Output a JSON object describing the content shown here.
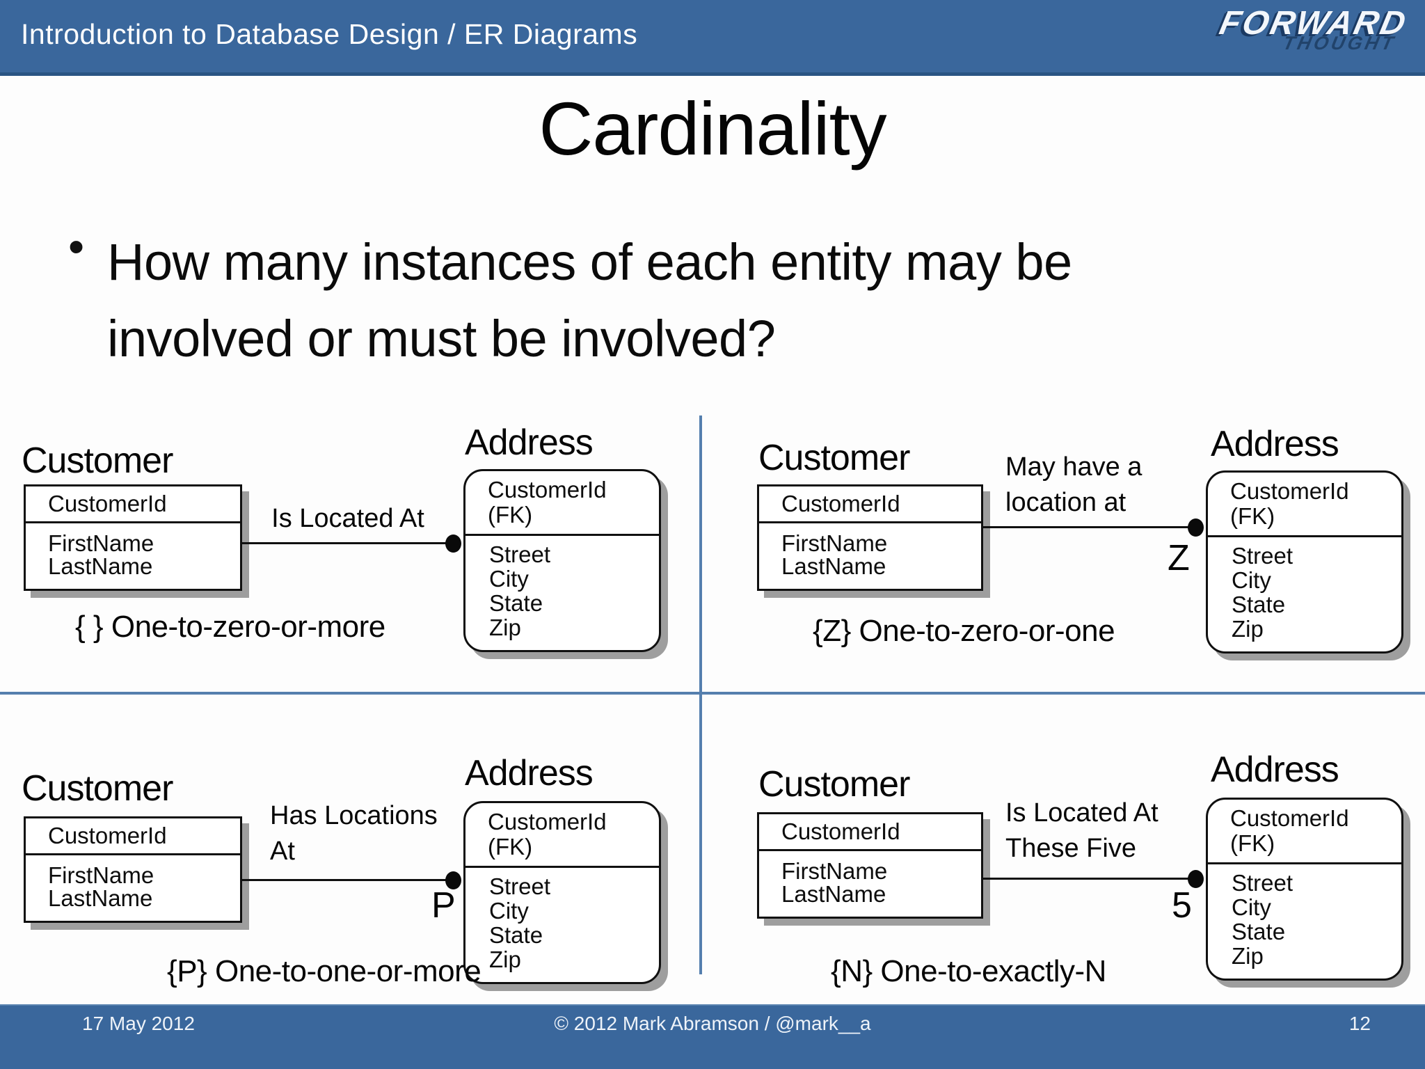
{
  "header": {
    "title": "Introduction to Database Design / ER Diagrams",
    "logo_line1": "FORWARD",
    "logo_line2": "THOUGHT"
  },
  "slide": {
    "title": "Cardinality",
    "bullet_marker": "•",
    "bullet": "How many instances of each entity may be\ninvolved or must be involved?"
  },
  "colors": {
    "band_blue": "#3a679c",
    "band_border": "#2a5583",
    "divider_blue": "#557fae",
    "diagram_ink": "#101010",
    "shadow_gray": "#9e9e9e"
  },
  "diagram": {
    "quadrants": [
      {
        "left_entity": {
          "title": "Customer",
          "key": "CustomerId",
          "attributes": [
            "FirstName",
            "LastName"
          ]
        },
        "right_entity": {
          "title": "Address",
          "key": "CustomerId (FK)",
          "attributes": [
            "Street",
            "City",
            "State",
            "Zip"
          ]
        },
        "relationship": {
          "label": "Is Located At",
          "cardinality_letter": ""
        },
        "caption": "{ } One-to-zero-or-more"
      },
      {
        "left_entity": {
          "title": "Customer",
          "key": "CustomerId",
          "attributes": [
            "FirstName",
            "LastName"
          ]
        },
        "right_entity": {
          "title": "Address",
          "key": "CustomerId (FK)",
          "attributes": [
            "Street",
            "City",
            "State",
            "Zip"
          ]
        },
        "relationship": {
          "label": "May have a\nlocation at",
          "cardinality_letter": "Z"
        },
        "caption": "{Z} One-to-zero-or-one"
      },
      {
        "left_entity": {
          "title": "Customer",
          "key": "CustomerId",
          "attributes": [
            "FirstName",
            "LastName"
          ]
        },
        "right_entity": {
          "title": "Address",
          "key": "CustomerId (FK)",
          "attributes": [
            "Street",
            "City",
            "State",
            "Zip"
          ]
        },
        "relationship": {
          "label": "Has Locations\nAt",
          "cardinality_letter": "P"
        },
        "caption": "{P} One-to-one-or-more"
      },
      {
        "left_entity": {
          "title": "Customer",
          "key": "CustomerId",
          "attributes": [
            "FirstName",
            "LastName"
          ]
        },
        "right_entity": {
          "title": "Address",
          "key": "CustomerId (FK)",
          "attributes": [
            "Street",
            "City",
            "State",
            "Zip"
          ]
        },
        "relationship": {
          "label": "Is Located At\nThese Five",
          "cardinality_letter": "5"
        },
        "caption": "{N} One-to-exactly-N"
      }
    ]
  },
  "footer": {
    "date": "17 May 2012",
    "copyright": "© 2012 Mark Abramson / @mark__a",
    "page_number": "12"
  }
}
